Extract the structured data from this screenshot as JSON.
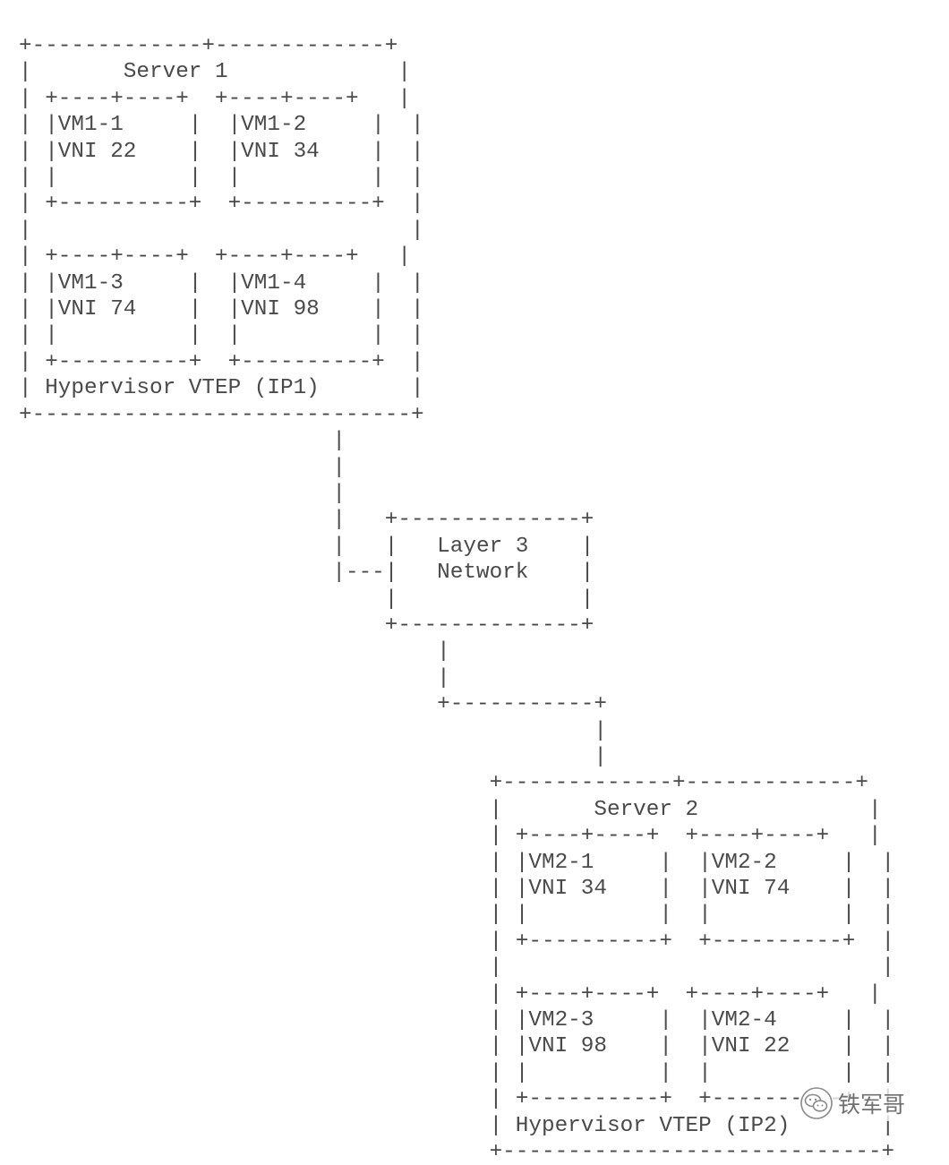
{
  "diagram": {
    "lines": [
      "+-------------+-------------+",
      "|       Server 1             |",
      "| +----+----+  +----+----+   |",
      "| |VM1-1     |  |VM1-2     |  |",
      "| |VNI 22    |  |VNI 34    |  |",
      "| |          |  |          |  |",
      "| +----------+  +----------+  |",
      "|                             |",
      "| +----+----+  +----+----+   |",
      "| |VM1-3     |  |VM1-4     |  |",
      "| |VNI 74    |  |VNI 98    |  |",
      "| |          |  |          |  |",
      "| +----------+  +----------+  |",
      "| Hypervisor VTEP (IP1)       |",
      "+-----------------------------+",
      "                        |",
      "                        |",
      "                        |",
      "                        |   +--------------+",
      "                        |   |   Layer 3    |",
      "                        |---|   Network    |",
      "                            |              |",
      "                            +--------------+",
      "                                |",
      "                                |",
      "                                +-----------+",
      "                                            |",
      "                                            |",
      "                                    +-------------+-------------+",
      "                                    |       Server 2             |",
      "                                    | +----+----+  +----+----+   |",
      "                                    | |VM2-1     |  |VM2-2     |  |",
      "                                    | |VNI 34    |  |VNI 74    |  |",
      "                                    | |          |  |          |  |",
      "                                    | +----------+  +----------+  |",
      "                                    |                             |",
      "                                    | +----+----+  +----+----+   |",
      "                                    | |VM2-3     |  |VM2-4     |  |",
      "                                    | |VNI 98    |  |VNI 22    |  |",
      "                                    | |          |  |          |  |",
      "                                    | +----------+  +----------+  |",
      "                                    | Hypervisor VTEP (IP2)       |",
      "                                    +-----------------------------+"
    ]
  },
  "watermark": {
    "text": "铁军哥",
    "icon": "wechat-logo-icon"
  }
}
